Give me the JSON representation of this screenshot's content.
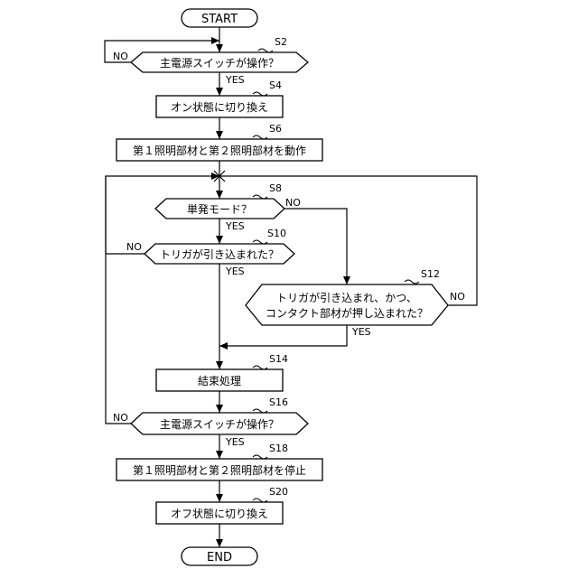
{
  "flowchart": {
    "start": "START",
    "end": "END",
    "labels": {
      "yes": "YES",
      "no": "NO"
    },
    "steps": {
      "s2": {
        "id": "S2",
        "text": "主電源スイッチが操作？"
      },
      "s4": {
        "id": "S4",
        "text": "オン状態に切り換え"
      },
      "s6": {
        "id": "S6",
        "text": "第１照明部材と第２照明部材を動作"
      },
      "s8": {
        "id": "S8",
        "text": "単発モード？"
      },
      "s10": {
        "id": "S10",
        "text": "トリガが引き込まれた？"
      },
      "s12": {
        "id": "S12",
        "text_line1": "トリガが引き込まれ、かつ、",
        "text_line2": "コンタクト部材が押し込まれた？"
      },
      "s14": {
        "id": "S14",
        "text": "結束処理"
      },
      "s16": {
        "id": "S16",
        "text": "主電源スイッチが操作？"
      },
      "s18": {
        "id": "S18",
        "text": "第１照明部材と第２照明部材を停止"
      },
      "s20": {
        "id": "S20",
        "text": "オフ状態に切り換え"
      }
    }
  }
}
